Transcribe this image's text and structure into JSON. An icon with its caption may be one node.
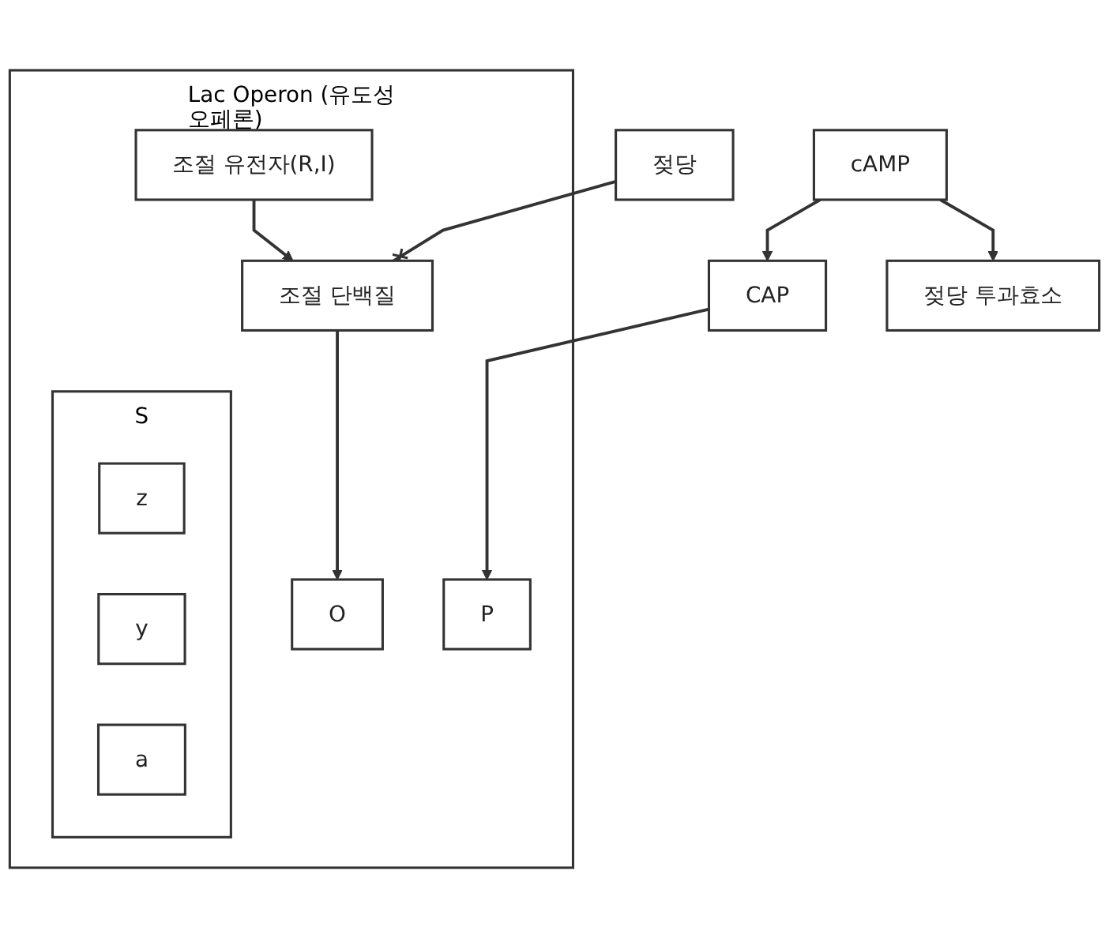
{
  "diagram": {
    "nodes": [
      {
        "text": [
          "Lac Operon (유도성 오페론)"
        ]
      },
      {
        "text": [
          "조절 유전자(R,I)"
        ],
        "in": 0
      },
      {
        "text": [
          "조절 단백질"
        ],
        "in": 0
      },
      {
        "text": [
          "P"
        ],
        "in": 0
      },
      {
        "text": [
          "O"
        ],
        "in": 0
      },
      {
        "text": [
          "S"
        ],
        "in": 0
      },
      {
        "text": [
          "z"
        ],
        "in": 5
      },
      {
        "text": [
          "y"
        ],
        "in": 5
      },
      {
        "text": [
          "a"
        ],
        "in": 5
      },
      {
        "text": [
          "젖당"
        ]
      },
      {
        "text": [
          "CAP"
        ]
      },
      {
        "text": [
          "cAMP"
        ]
      },
      {
        "text": [
          "젖당 투과효소"
        ]
      }
    ],
    "edges": [
      {
        "from": 1,
        "to": 2,
        "arrow": "to"
      },
      {
        "from": 2,
        "to": 4,
        "arrow": "to"
      },
      {
        "from": 9,
        "to": 2,
        "arrow": "other"
      },
      {
        "from": 10,
        "to": 3,
        "arrow": "to"
      },
      {
        "from": 11,
        "to": 10,
        "arrow": "to"
      },
      {
        "from": 11,
        "to": 12,
        "arrow": "to"
      }
    ]
  }
}
